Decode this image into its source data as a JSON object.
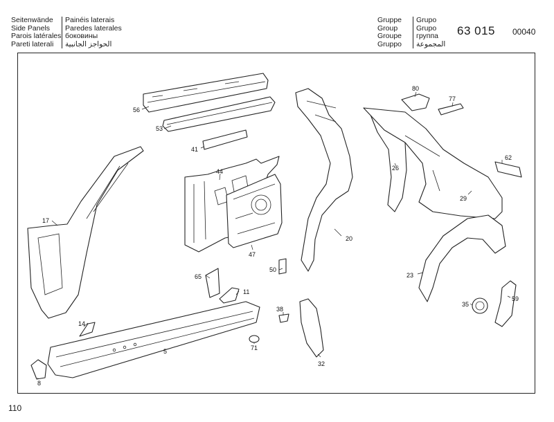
{
  "header": {
    "title_lines_1": [
      "Seitenwände",
      "Side Panels",
      "Parois latérales",
      "Pareti laterali"
    ],
    "title_lines_2": [
      "Painéis laterais",
      "Paredes laterales",
      "боковины",
      "الحواجز الجانبية"
    ],
    "group_lines_1": [
      "Gruppe",
      "Group",
      "Groupe",
      "Gruppo"
    ],
    "group_lines_2": [
      "Grupo",
      "Grupo",
      "группа",
      "المجموعة"
    ],
    "group_number": "63 015",
    "group_code": "00040"
  },
  "page_number": "110",
  "callouts": [
    "56",
    "53",
    "41",
    "44",
    "47",
    "17",
    "65",
    "11",
    "14",
    "5",
    "8",
    "50",
    "38",
    "71",
    "32",
    "80",
    "77",
    "26",
    "62",
    "29",
    "20",
    "23",
    "35",
    "59"
  ]
}
